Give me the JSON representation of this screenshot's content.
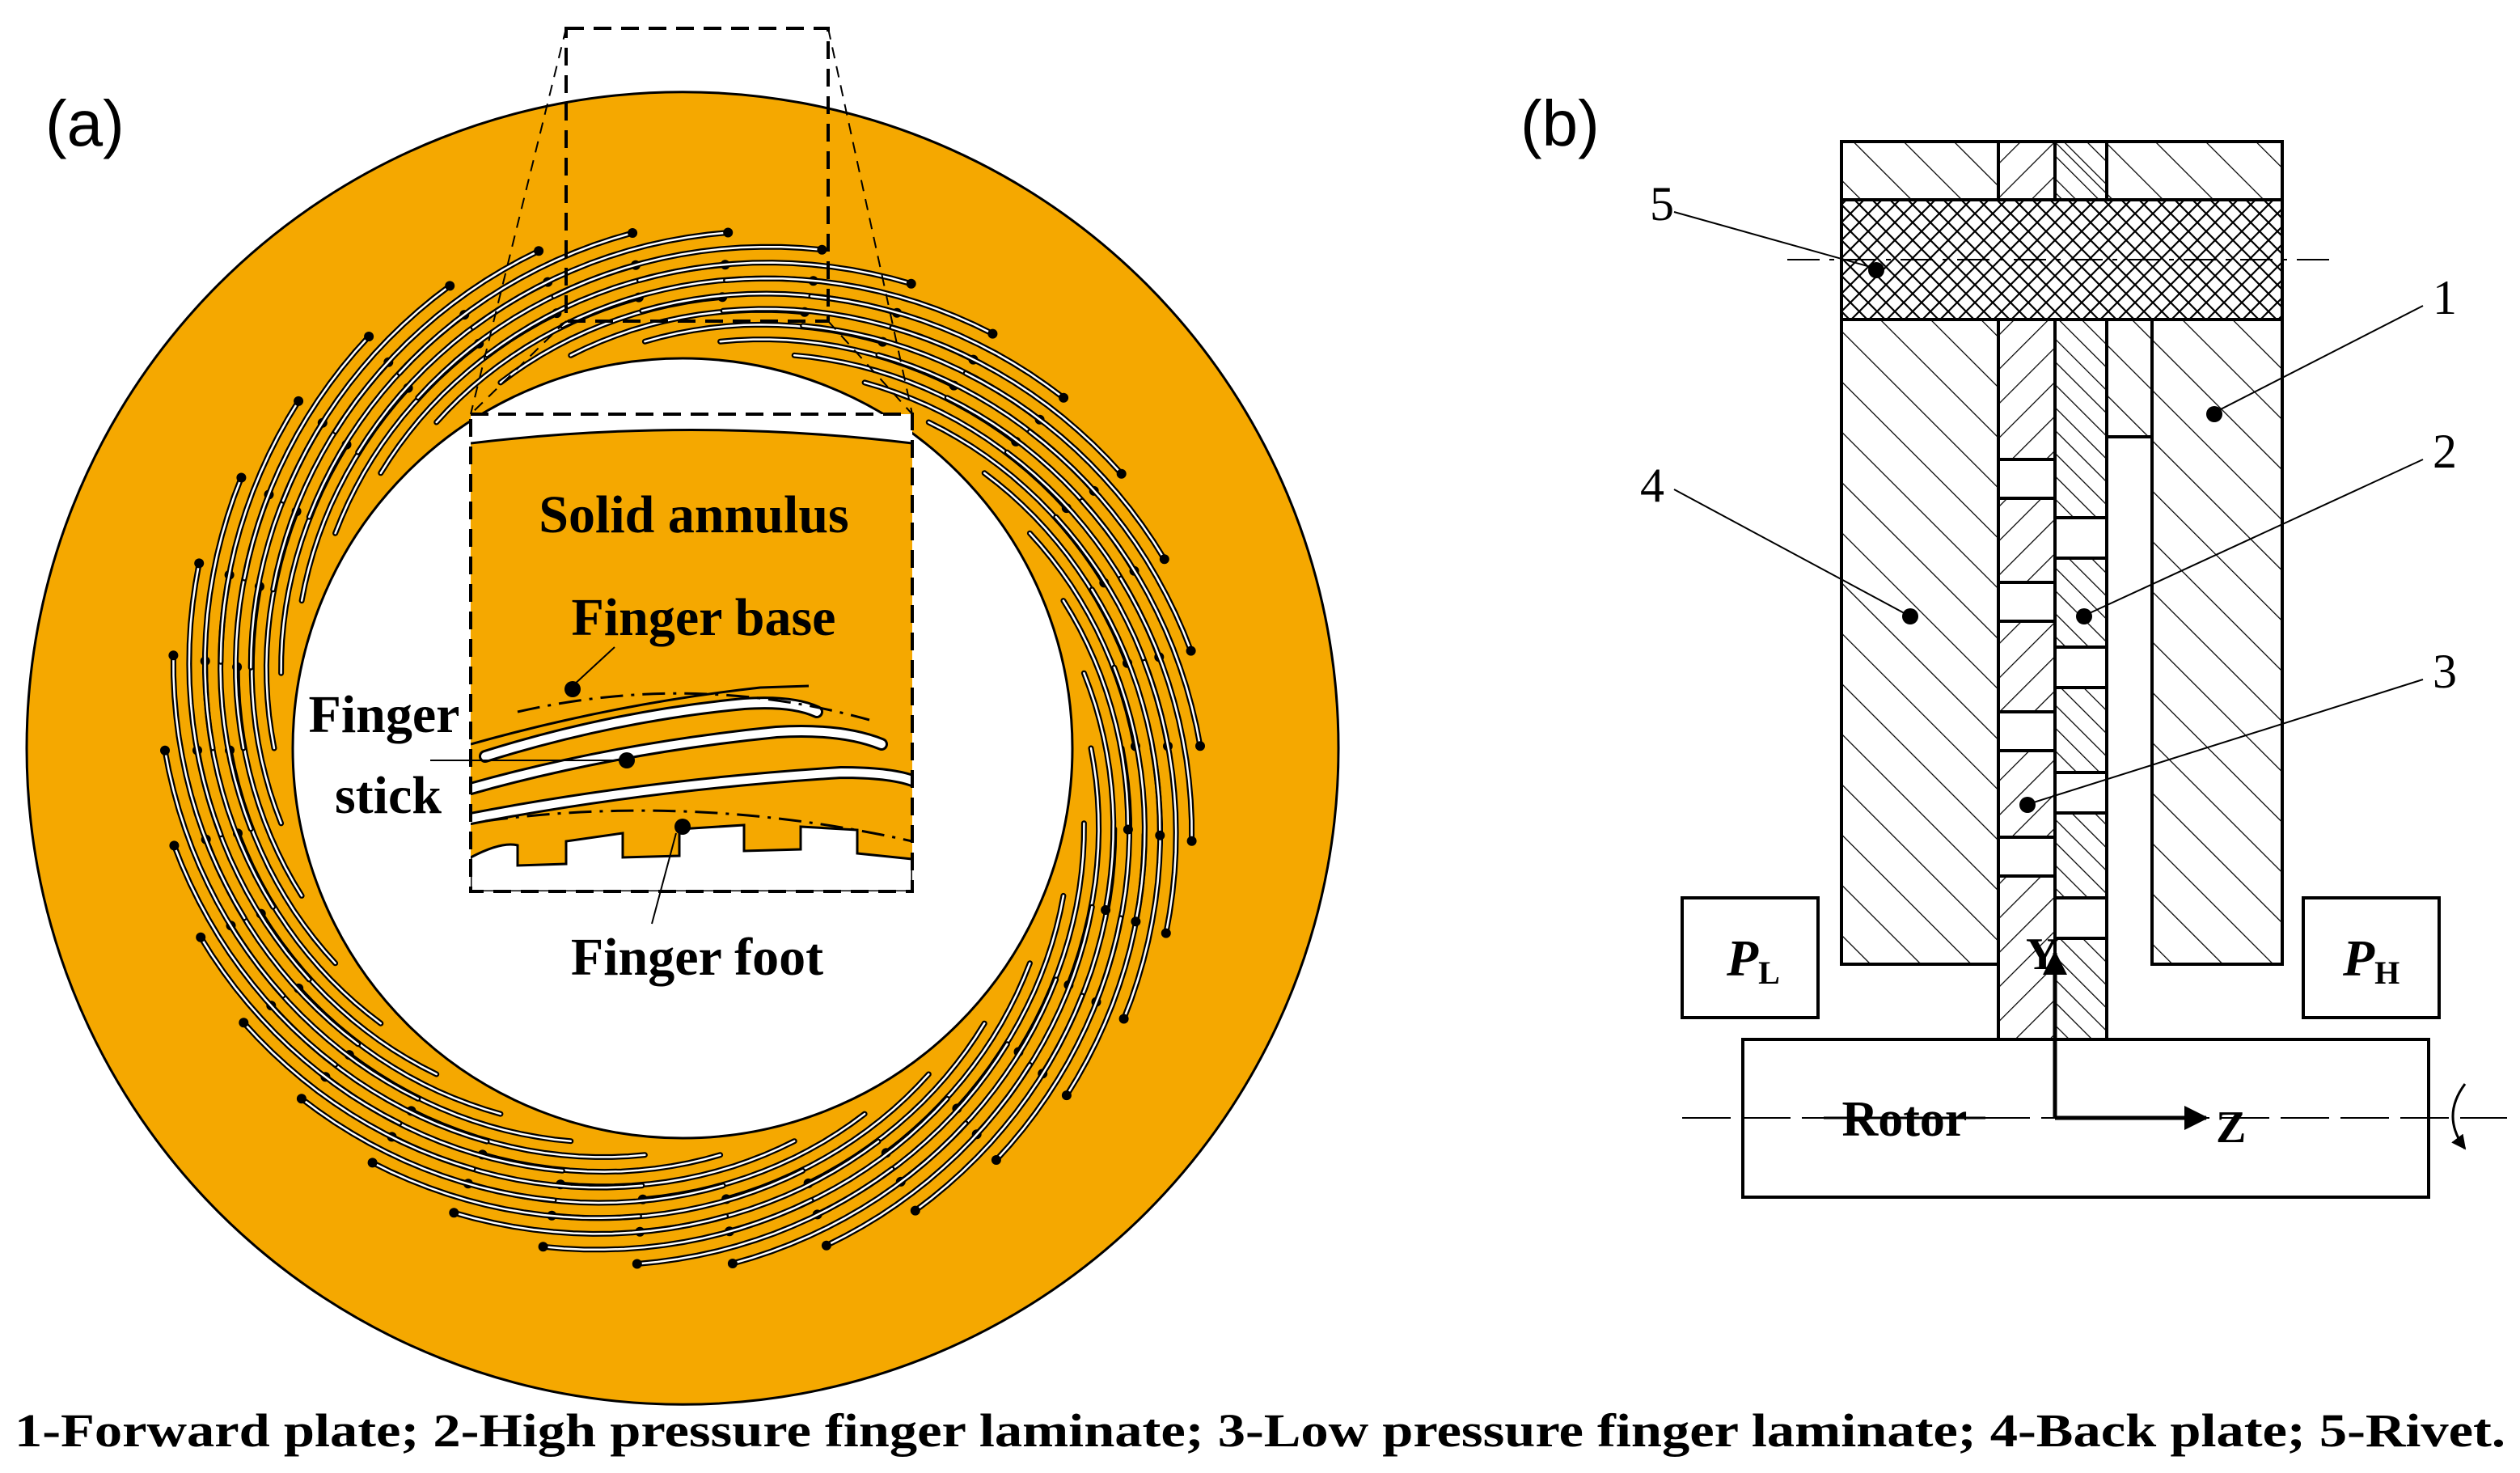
{
  "panel_a": {
    "label": "(a)",
    "zoom_labels": {
      "solid_annulus": "Solid annulus",
      "finger_base": "Finger base",
      "finger_stick_line1": "Finger",
      "finger_stick_line2": "stick",
      "finger_foot": "Finger foot"
    },
    "colors": {
      "annulus": "#F5A800",
      "outline": "#000000"
    }
  },
  "panel_b": {
    "label": "(b)",
    "callouts": [
      "1",
      "2",
      "3",
      "4",
      "5"
    ],
    "pressure_low": {
      "symbol": "P",
      "subscript": "L"
    },
    "pressure_high": {
      "symbol": "P",
      "subscript": "H"
    },
    "rotor_label": "Rotor",
    "axis_y": "Y",
    "axis_z": "Z"
  },
  "caption": "1-Forward plate; 2-High pressure finger laminate; 3-Low pressure finger laminate; 4-Back plate; 5-Rivet."
}
